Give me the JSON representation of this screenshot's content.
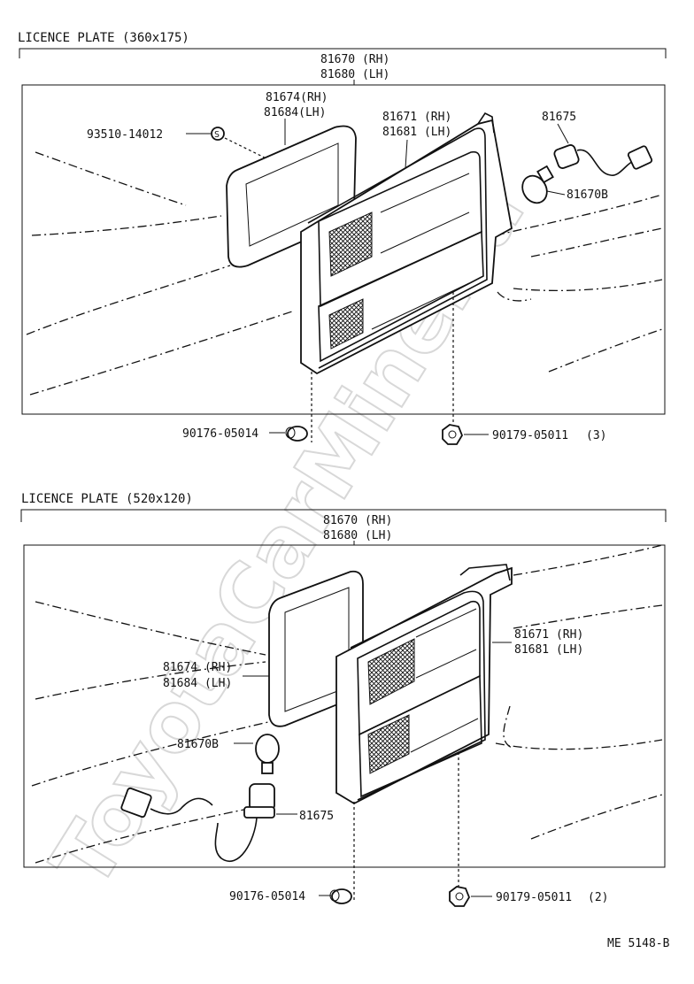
{
  "watermark": "ToyotaCarMine.ru",
  "doc_code": "ME 5148-B",
  "section_top": {
    "title": "LICENCE PLATE (360x175)",
    "assembly": [
      "81670 (RH)",
      "81680 (LH)"
    ],
    "lens_gasket": [
      "81674(RH)",
      "81684(LH)"
    ],
    "lens_body": [
      "81671 (RH)",
      "81681 (LH)"
    ],
    "screw": "93510-14012",
    "screw_mark": "S",
    "socket": "81675",
    "bulb": "81670B",
    "clip": "90176-05014",
    "nut": "90179-05011",
    "nut_qty": "(3)"
  },
  "section_bottom": {
    "title": "LICENCE PLATE (520x120)",
    "assembly": [
      "81670 (RH)",
      "81680 (LH)"
    ],
    "lens_body": [
      "81671 (RH)",
      "81681 (LH)"
    ],
    "lens_gasket": [
      "81674 (RH)",
      "81684 (LH)"
    ],
    "bulb": "81670B",
    "socket": "81675",
    "clip": "90176-05014",
    "nut": "90179-05011",
    "nut_qty": "(2)"
  }
}
